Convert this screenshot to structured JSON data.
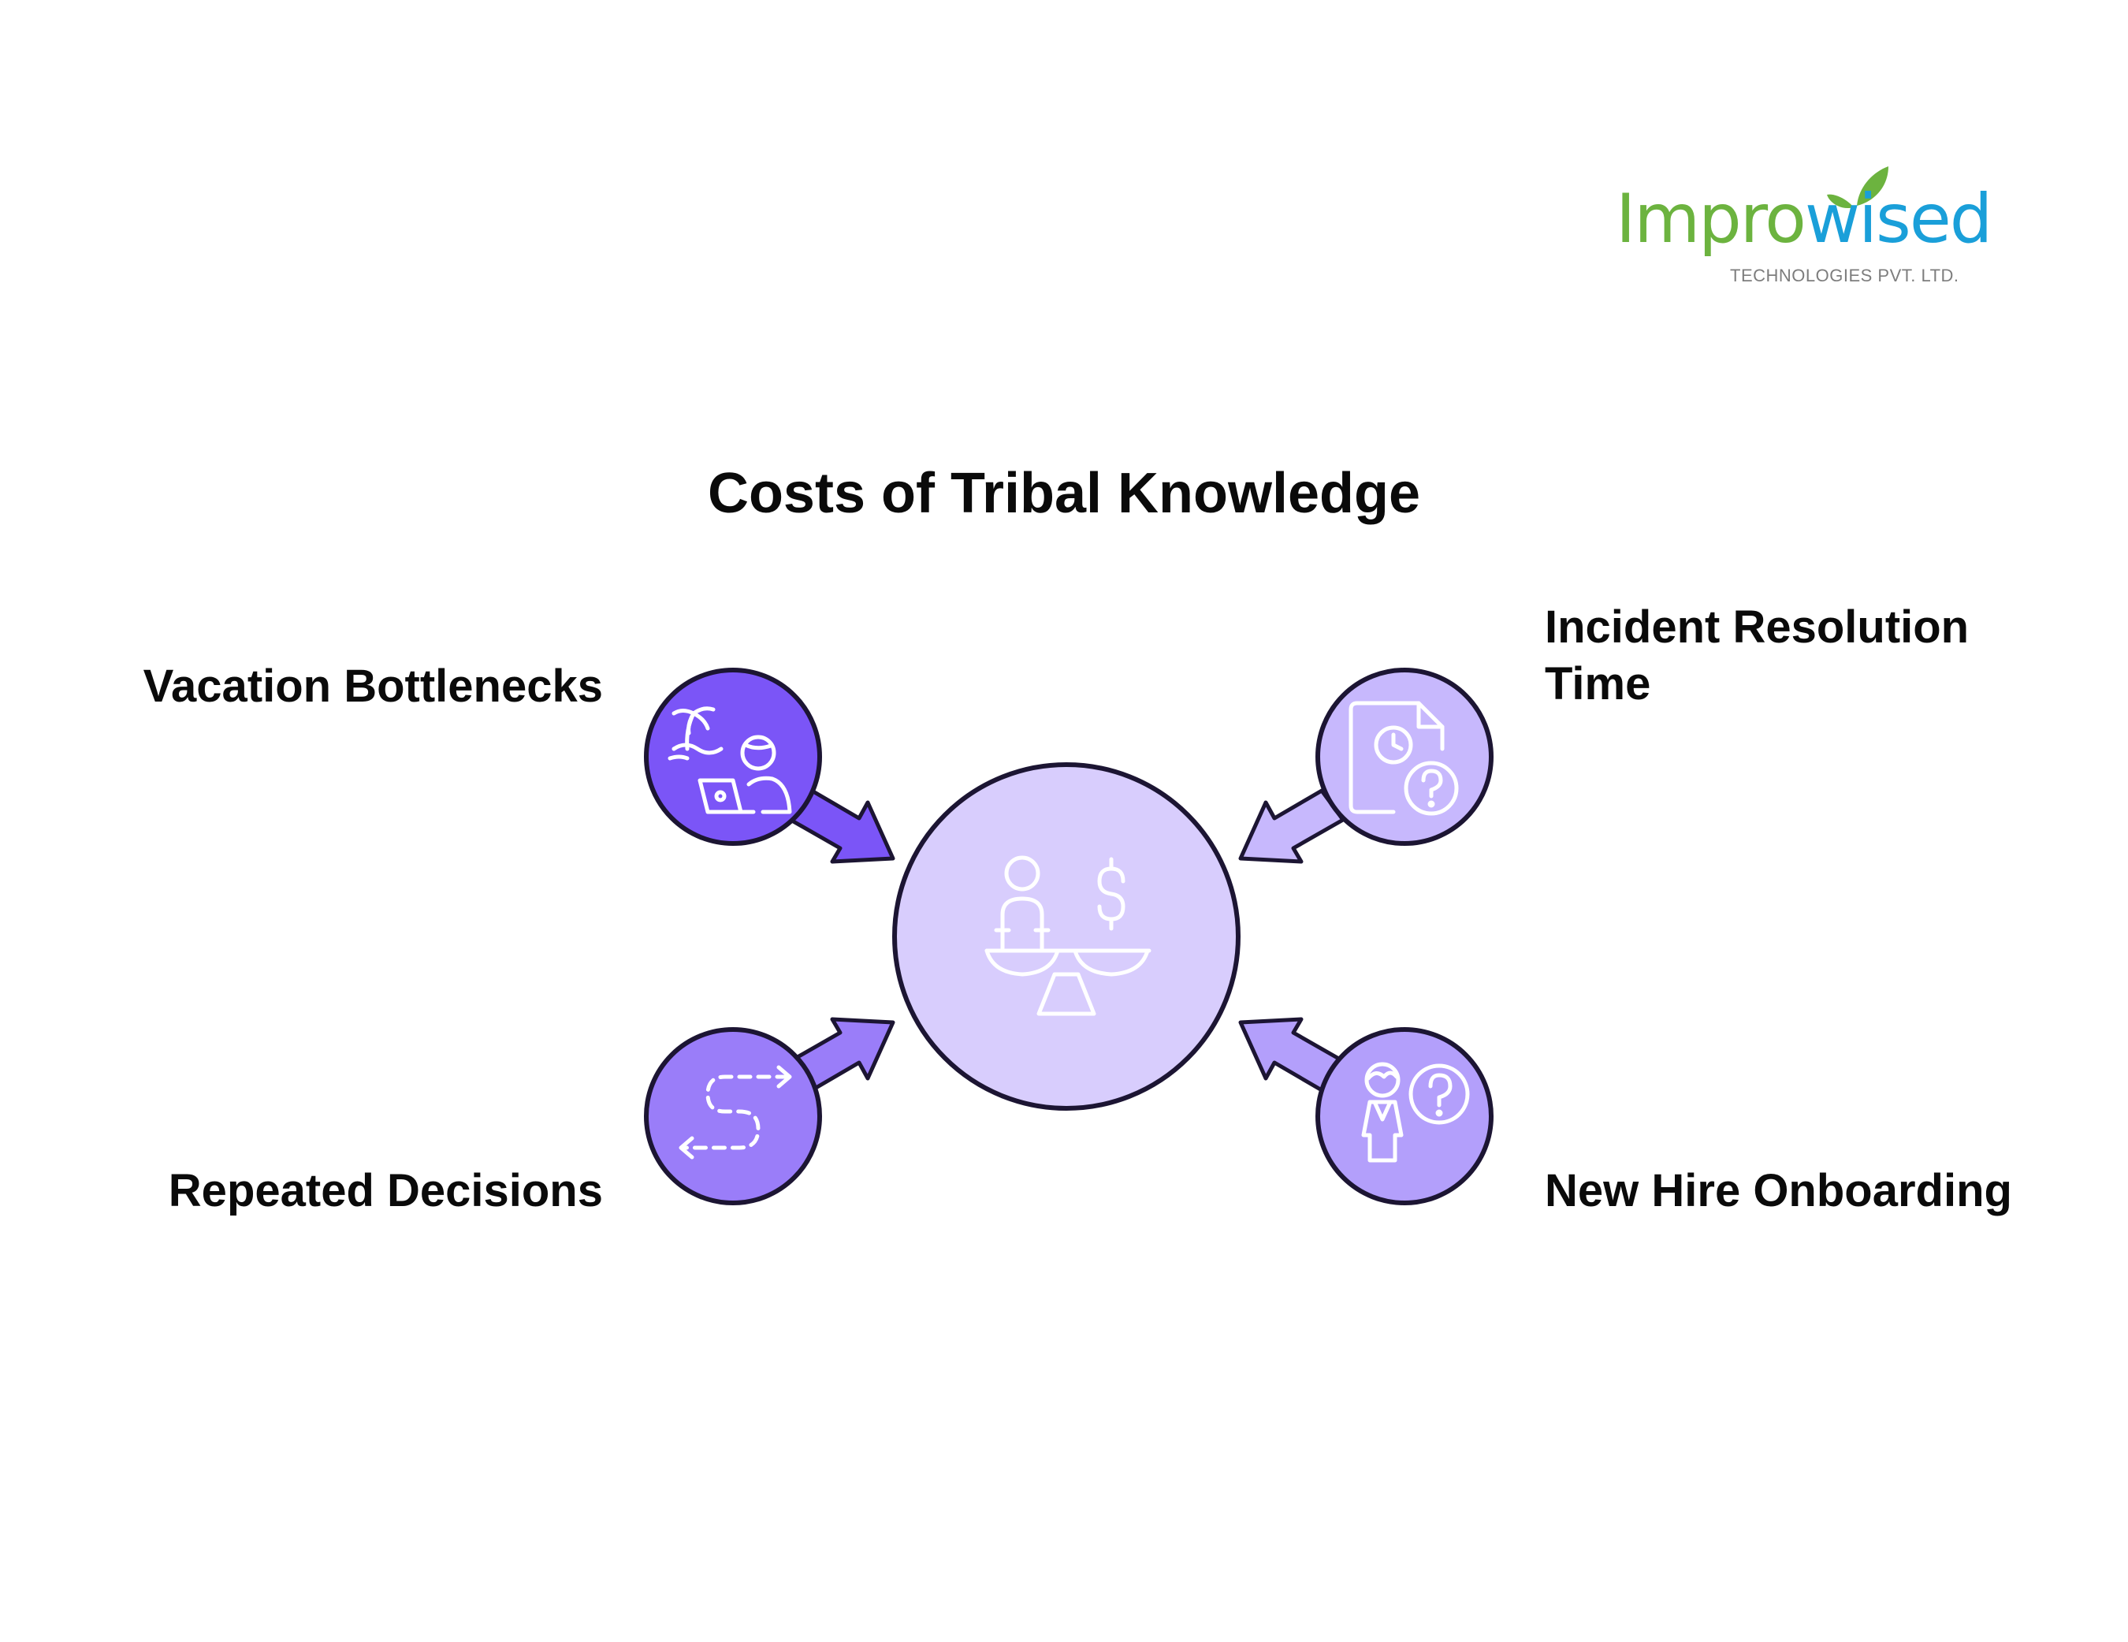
{
  "logo": {
    "word_part1": "Impro",
    "word_part2": "wised",
    "subtitle": "TECHNOLOGIES PVT. LTD.",
    "colors": {
      "green": "#6cb33f",
      "blue": "#1a9fd9"
    }
  },
  "title": "Costs of Tribal Knowledge",
  "center": {
    "icon": "person-money-balance-scale-icon",
    "fill": "#d8cdfd"
  },
  "nodes": [
    {
      "id": "vacation",
      "label": "Vacation Bottlenecks",
      "icon": "beach-laptop-person-icon",
      "fill": "#7b55f7"
    },
    {
      "id": "incident",
      "label_lines": [
        "Incident Resolution",
        "Time"
      ],
      "icon": "document-clock-question-icon",
      "fill": "#c7b8fd"
    },
    {
      "id": "repeated",
      "label": "Repeated Decisions",
      "icon": "dashed-s-path-arrows-icon",
      "fill": "#9a7df9"
    },
    {
      "id": "onboarding",
      "label": "New Hire Onboarding",
      "icon": "person-question-icon",
      "fill": "#b39ffb"
    }
  ],
  "colors": {
    "outline": "#1c1533",
    "icon_stroke": "#ffffff"
  }
}
